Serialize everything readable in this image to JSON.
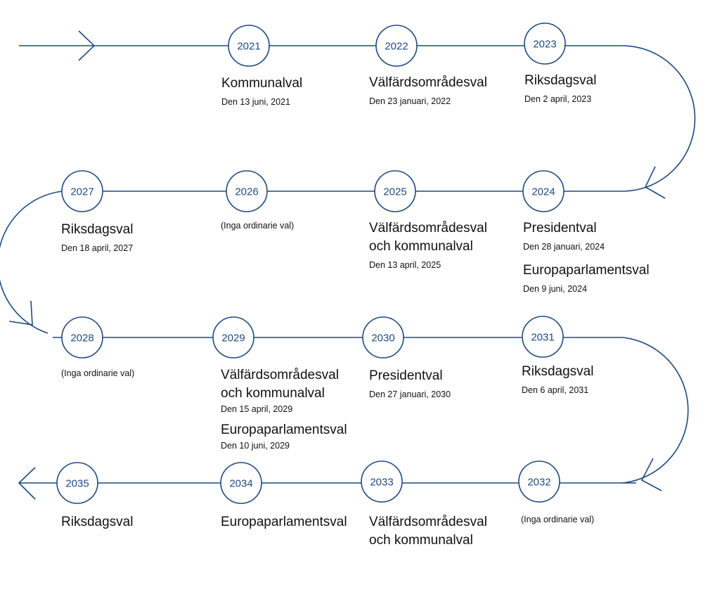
{
  "colors": {
    "line": "#1f4a80",
    "text": "#111111"
  },
  "years": {
    "y2021": "2021",
    "y2022": "2022",
    "y2023": "2023",
    "y2024": "2024",
    "y2025": "2025",
    "y2026": "2026",
    "y2027": "2027",
    "y2028": "2028",
    "y2029": "2029",
    "y2030": "2030",
    "y2031": "2031",
    "y2032": "2032",
    "y2033": "2033",
    "y2034": "2034",
    "y2035": "2035"
  },
  "events": {
    "e2021": {
      "title": "Kommunalval",
      "date": "Den 13 juni, 2021"
    },
    "e2022": {
      "title": "Välfärdsområdesval",
      "date": "Den 23 januari, 2022"
    },
    "e2023": {
      "title": "Riksdagsval",
      "date": "Den 2 april, 2023"
    },
    "e2024": {
      "title": "Presidentval",
      "date": "Den 28 januari, 2024",
      "title2": "Europaparlamentsval",
      "date2": "Den 9 juni, 2024"
    },
    "e2025": {
      "title_line1": "Välfärdsområdesval",
      "title_line2": "och kommunalval",
      "date": "Den 13 april, 2025"
    },
    "e2026": {
      "note": "(Inga ordinarie val)"
    },
    "e2027": {
      "title": "Riksdagsval",
      "date": "Den 18 april, 2027"
    },
    "e2028": {
      "note": "(Inga ordinarie val)"
    },
    "e2029": {
      "title_line1": "Välfärdsområdesval",
      "title_line2": "och kommunalval",
      "date": "Den 15 april, 2029",
      "title2": "Europaparlamentsval",
      "date2": "Den 10 juni, 2029"
    },
    "e2030": {
      "title": "Presidentval",
      "date": "Den 27 januari, 2030"
    },
    "e2031": {
      "title": "Riksdagsval",
      "date": "Den 6 april, 2031"
    },
    "e2032": {
      "note": "(Inga ordinarie val)"
    },
    "e2033": {
      "title_line1": "Välfärdsområdesval",
      "title_line2": "och kommunalval"
    },
    "e2034": {
      "title": "Europaparlamentsval"
    },
    "e2035": {
      "title": "Riksdagsval"
    }
  }
}
